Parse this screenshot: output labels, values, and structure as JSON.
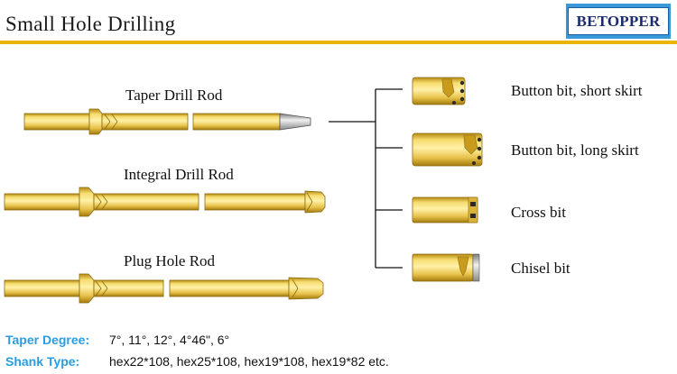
{
  "header": {
    "title": "Small Hole Drilling",
    "logo": "BETOPPER"
  },
  "rods": [
    {
      "label": "Taper Drill Rod"
    },
    {
      "label": "Integral Drill Rod"
    },
    {
      "label": "Plug Hole Rod"
    }
  ],
  "bits": [
    {
      "label": "Button bit, short skirt"
    },
    {
      "label": "Button bit, long skirt"
    },
    {
      "label": "Cross bit"
    },
    {
      "label": "Chisel bit"
    }
  ],
  "specs": {
    "taper_label": "Taper Degree:",
    "taper_value": "7°, 11°, 12°,  4°46\", 6°",
    "shank_label": "Shank Type:",
    "shank_value": "hex22*108, hex25*108, hex19*108, hex19*82 etc."
  },
  "colors": {
    "accent": "#e8b400",
    "label_blue": "#2a9de0",
    "steel_gold": "#f2d15c"
  }
}
